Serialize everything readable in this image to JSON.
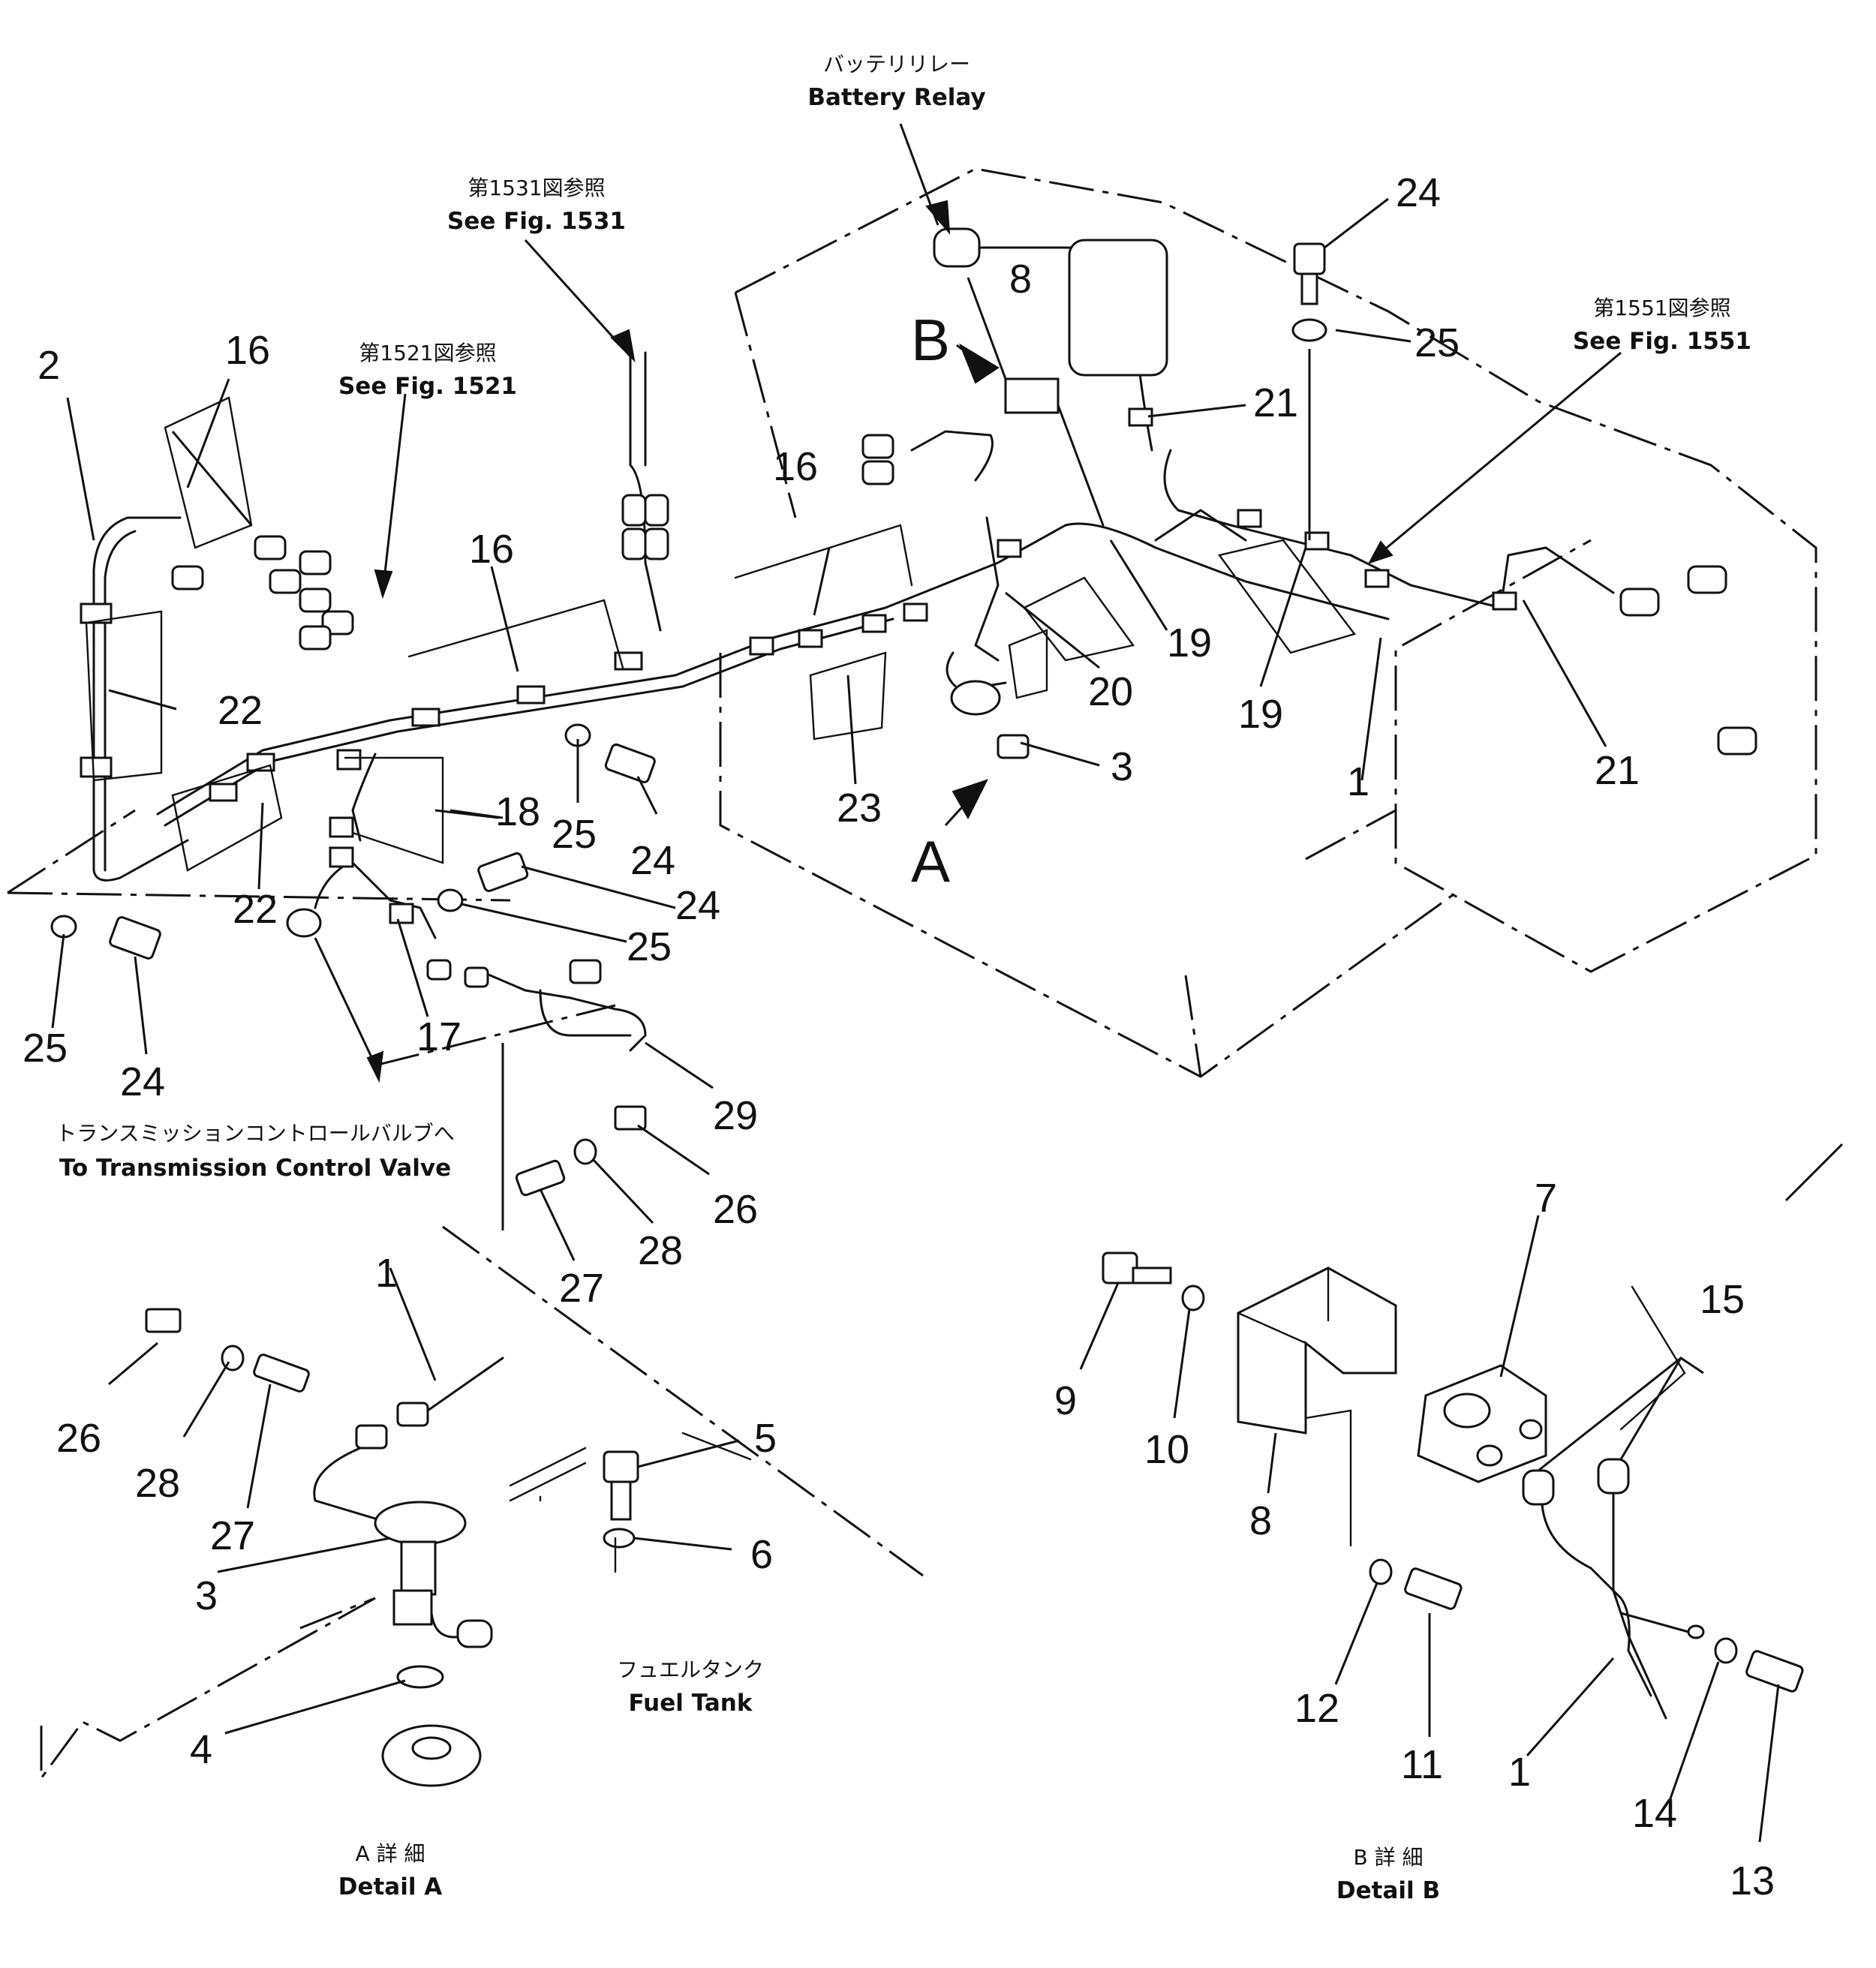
{
  "labels": {
    "battery_relay_jp": "バッテリリレー",
    "battery_relay_en": "Battery Relay",
    "fig1531_jp": "第1531図参照",
    "fig1531_en": "See Fig. 1531",
    "fig1521_jp": "第1521図参照",
    "fig1521_en": "See Fig. 1521",
    "fig1551_jp": "第1551図参照",
    "fig1551_en": "See Fig. 1551",
    "trans_jp": "トランスミッションコントロールバルブへ",
    "trans_en": "To Transmission Control Valve",
    "fuel_jp": "フュエルタンク",
    "fuel_en": "Fuel Tank",
    "detail_a_jp": "A 詳 細",
    "detail_a_en": "Detail A",
    "detail_b_jp": "B 詳 細",
    "detail_b_en": "Detail B",
    "view_a": "A",
    "view_b": "B"
  },
  "callouts": [
    {
      "id": "c2",
      "text": "2"
    },
    {
      "id": "c16a",
      "text": "16"
    },
    {
      "id": "c16b",
      "text": "16"
    },
    {
      "id": "c16c",
      "text": "16"
    },
    {
      "id": "c22a",
      "text": "22"
    },
    {
      "id": "c22b",
      "text": "22"
    },
    {
      "id": "c18",
      "text": "18"
    },
    {
      "id": "c25a",
      "text": "25"
    },
    {
      "id": "c24a",
      "text": "24"
    },
    {
      "id": "c24b",
      "text": "24"
    },
    {
      "id": "c25b",
      "text": "25"
    },
    {
      "id": "c25c",
      "text": "25"
    },
    {
      "id": "c24c",
      "text": "24"
    },
    {
      "id": "c17",
      "text": "17"
    },
    {
      "id": "c29",
      "text": "29"
    },
    {
      "id": "c26a",
      "text": "26"
    },
    {
      "id": "c28a",
      "text": "28"
    },
    {
      "id": "c27a",
      "text": "27"
    },
    {
      "id": "c23",
      "text": "23"
    },
    {
      "id": "c3a",
      "text": "3"
    },
    {
      "id": "c20",
      "text": "20"
    },
    {
      "id": "c19a",
      "text": "19"
    },
    {
      "id": "c19b",
      "text": "19"
    },
    {
      "id": "c1a",
      "text": "1"
    },
    {
      "id": "c21a",
      "text": "21"
    },
    {
      "id": "c21b",
      "text": "21"
    },
    {
      "id": "c8a",
      "text": "8"
    },
    {
      "id": "c24d",
      "text": "24"
    },
    {
      "id": "c25d",
      "text": "25"
    },
    {
      "id": "c1b",
      "text": "1"
    },
    {
      "id": "c26b",
      "text": "26"
    },
    {
      "id": "c28b",
      "text": "28"
    },
    {
      "id": "c27b",
      "text": "27"
    },
    {
      "id": "c3b",
      "text": "3"
    },
    {
      "id": "c5",
      "text": "5"
    },
    {
      "id": "c6",
      "text": "6"
    },
    {
      "id": "c4",
      "text": "4"
    },
    {
      "id": "c7",
      "text": "7"
    },
    {
      "id": "c15",
      "text": "15"
    },
    {
      "id": "c9",
      "text": "9"
    },
    {
      "id": "c10",
      "text": "10"
    },
    {
      "id": "c8b",
      "text": "8"
    },
    {
      "id": "c12",
      "text": "12"
    },
    {
      "id": "c11",
      "text": "11"
    },
    {
      "id": "c1c",
      "text": "1"
    },
    {
      "id": "c14",
      "text": "14"
    },
    {
      "id": "c13",
      "text": "13"
    }
  ]
}
